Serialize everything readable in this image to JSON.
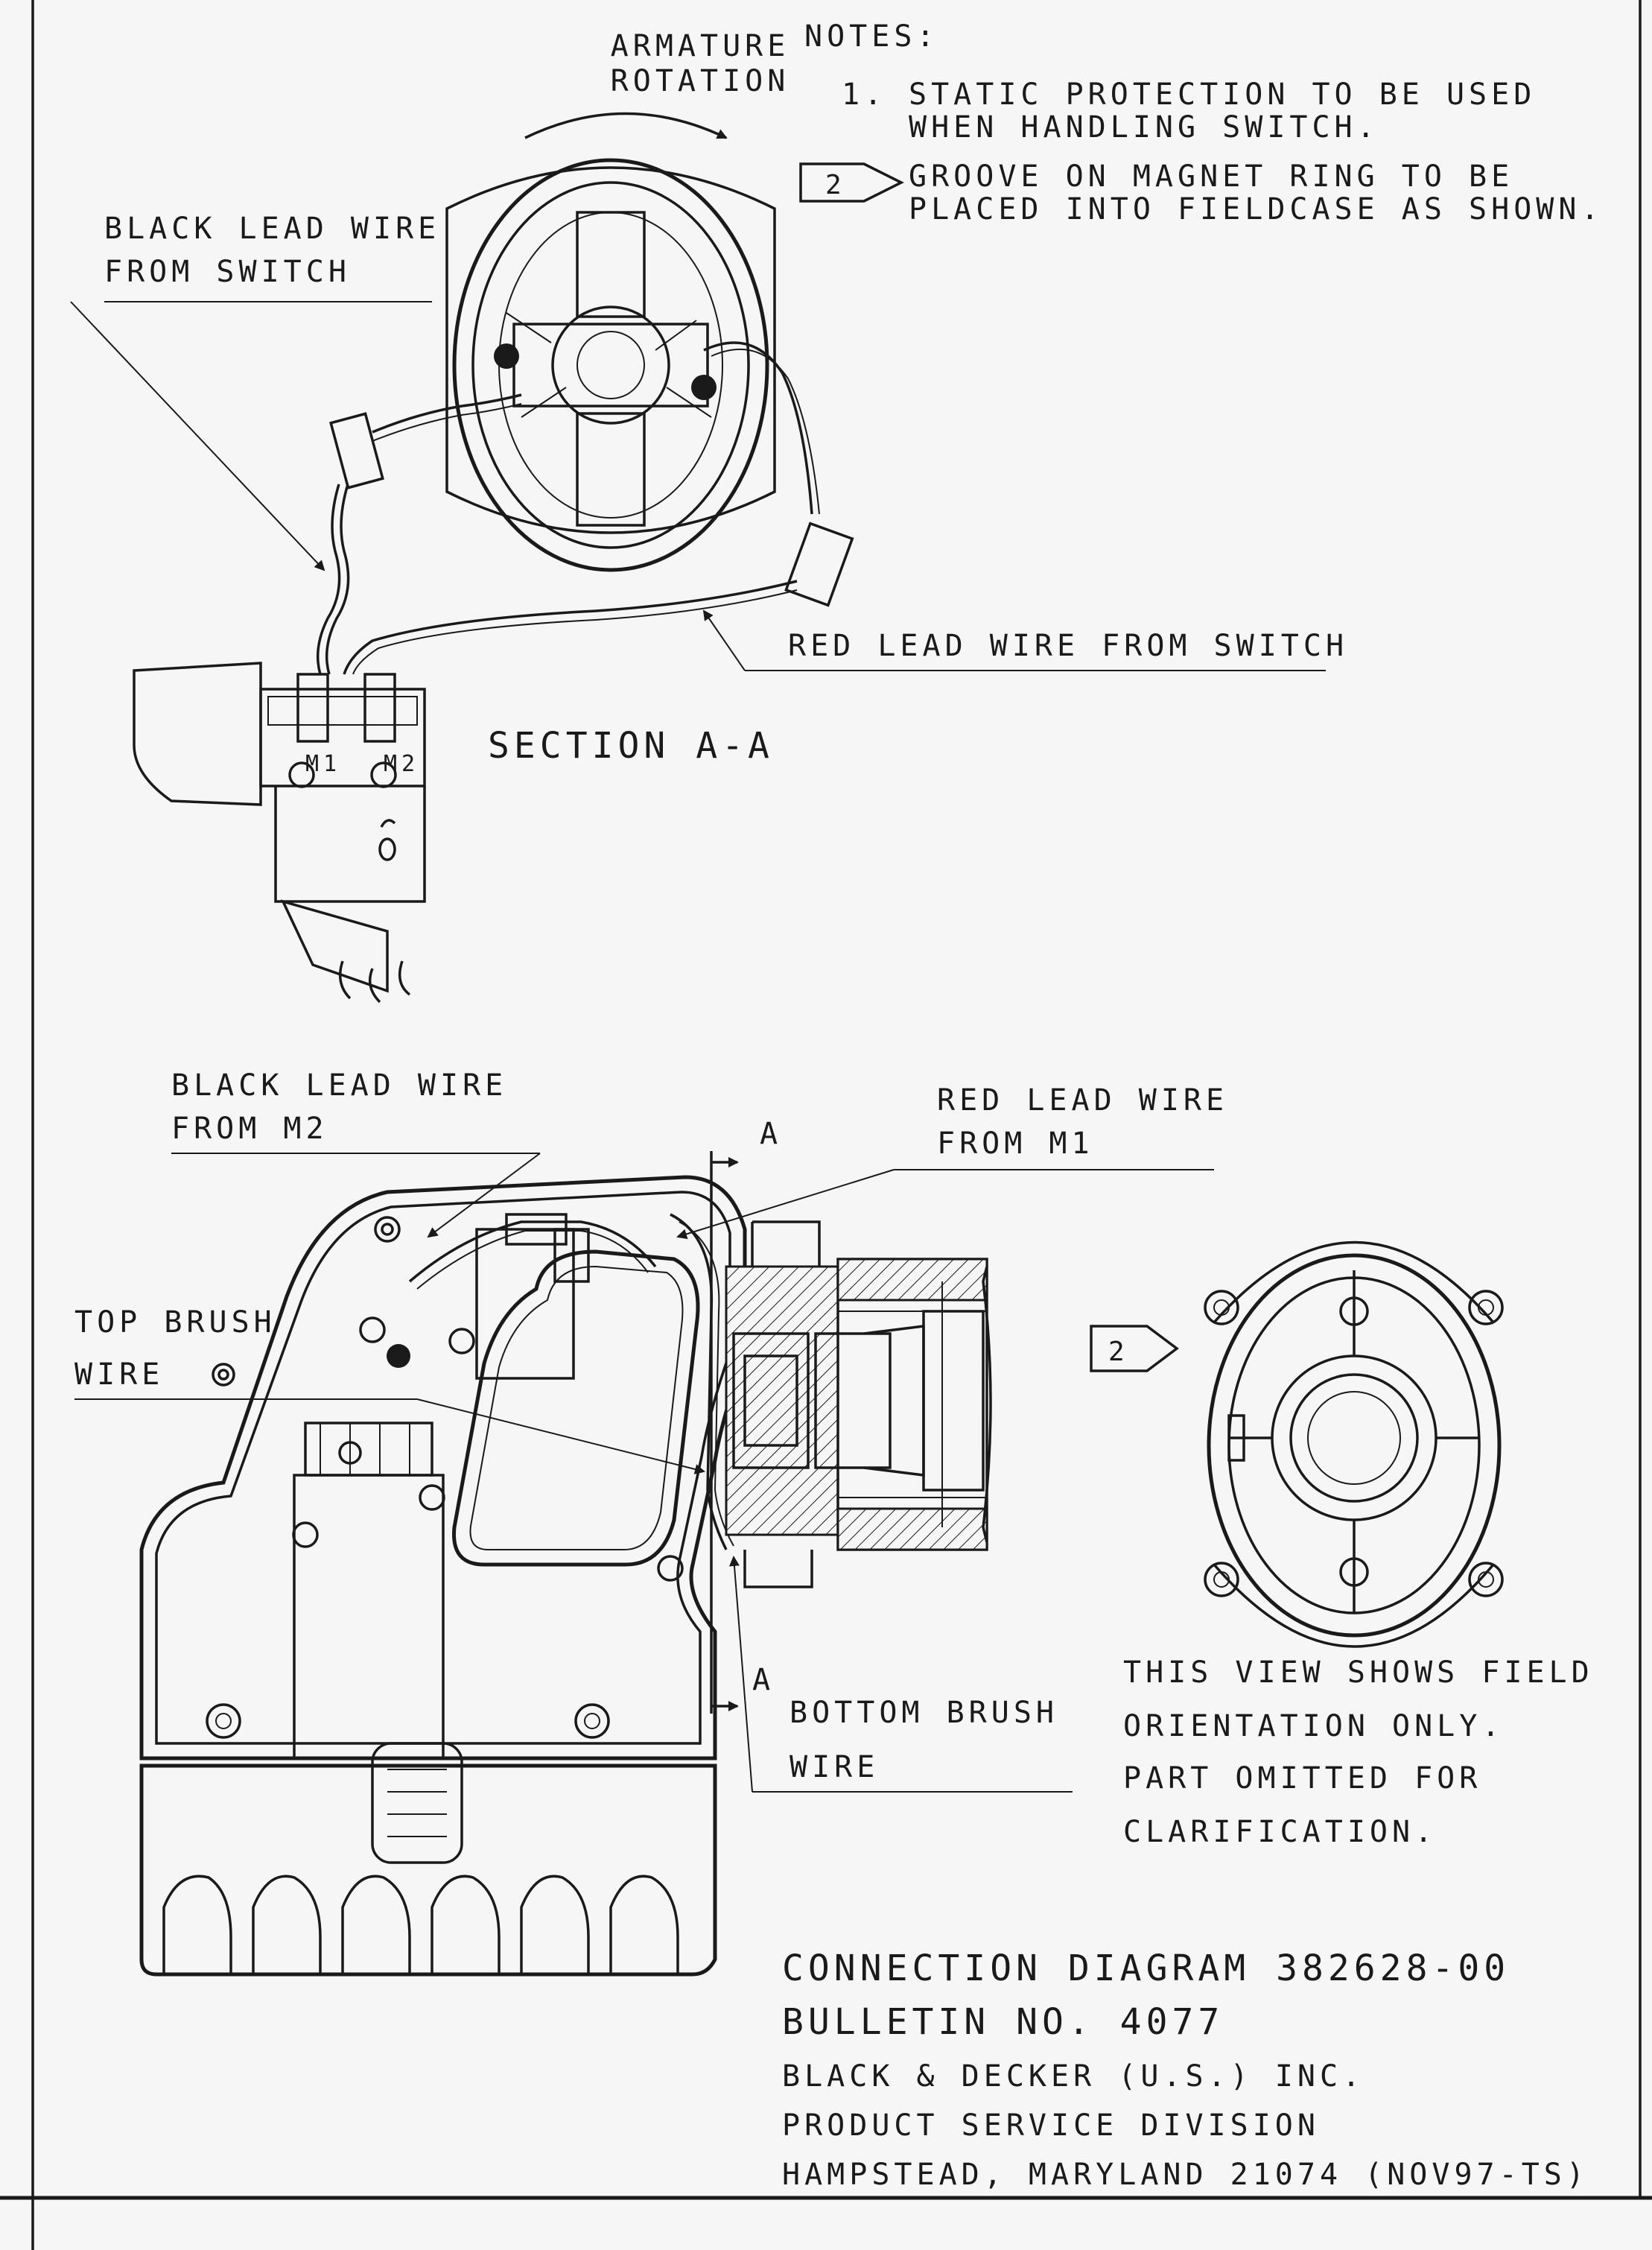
{
  "armature": {
    "line1": "ARMATURE",
    "line2": "ROTATION"
  },
  "notes": {
    "title": "NOTES:",
    "n1_num": "1.",
    "n1_line1": "STATIC PROTECTION TO BE USED",
    "n1_line2": "WHEN HANDLING SWITCH.",
    "n2_flag": "2",
    "n2_line1": "GROOVE ON MAGNET RING TO BE",
    "n2_line2": "PLACED INTO FIELDCASE AS SHOWN."
  },
  "labels": {
    "black_lead_switch_1": "BLACK LEAD WIRE",
    "black_lead_switch_2": "FROM SWITCH",
    "red_lead_switch": "RED LEAD WIRE FROM SWITCH",
    "section": "SECTION A-A",
    "terminal_m1": "M1",
    "terminal_m2": "M2",
    "black_lead_m2_1": "BLACK LEAD WIRE",
    "black_lead_m2_2": "FROM M2",
    "section_mark_a": "A",
    "red_lead_m1_1": "RED LEAD WIRE",
    "red_lead_m1_2": "FROM M1",
    "top_brush_1": "TOP BRUSH",
    "top_brush_2": "WIRE",
    "note_flag_2": "2",
    "bottom_brush_1": "BOTTOM BRUSH",
    "bottom_brush_2": "WIRE",
    "field_view_1": "THIS VIEW SHOWS FIELD",
    "field_view_2": "ORIENTATION ONLY.",
    "field_view_3": "PART OMITTED FOR",
    "field_view_4": "CLARIFICATION."
  },
  "title_block": {
    "line1": "CONNECTION DIAGRAM 382628-00",
    "line2": "BULLETIN NO. 4077",
    "line3": "BLACK & DECKER (U.S.) INC.",
    "line4": "PRODUCT SERVICE DIVISION",
    "line5": "HAMPSTEAD, MARYLAND 21074 (NOV97-TS)"
  }
}
